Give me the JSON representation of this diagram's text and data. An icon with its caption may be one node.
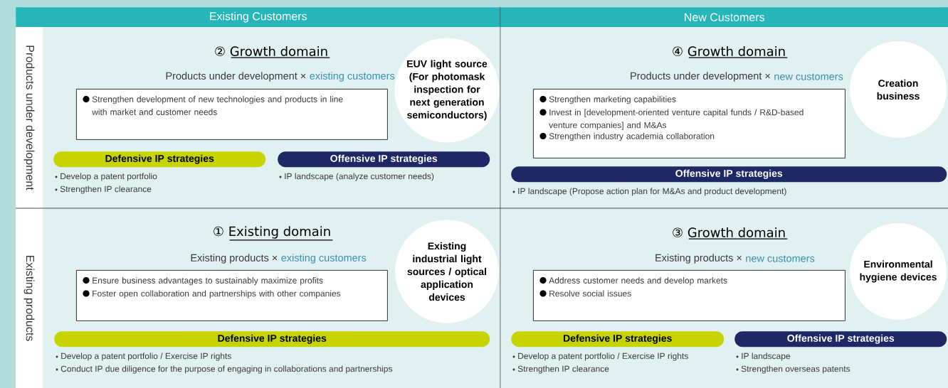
{
  "diagram": {
    "nodes": [
      {
        "text": [
          "Existing Customers"
        ]
      },
      {
        "text": [
          "New Customers"
        ]
      },
      {
        "text": [
          "Products under development"
        ]
      },
      {
        "text": [
          "Existing products"
        ]
      },
      {
        "text": [
          "② Growth domain",
          "Products under development ×",
          "existing customers"
        ]
      },
      {
        "text": [
          "Strengthen development of new technologies and products in line with market and customer needs"
        ],
        "in": 4
      },
      {
        "text": [
          "EUV light source (For photomask inspection for next generation semiconductors)"
        ],
        "in": 4
      },
      {
        "text": [
          "Defensive IP strategies"
        ],
        "in": 4,
        "beside": [
          "Develop a patent portfolio",
          "Strengthen IP clearance"
        ]
      },
      {
        "text": [
          "Offensive IP strategies"
        ],
        "in": 4,
        "beside": [
          "IP landscape (analyze customer needs)"
        ]
      },
      {
        "text": [
          "④ Growth domain",
          "Products under development ×",
          "new customers"
        ]
      },
      {
        "text": [
          "Strengthen marketing capabilities",
          "Invest in [development-oriented venture capital funds / R&D-based venture companies] and M&As",
          "Strengthen industry academia collaboration"
        ],
        "in": 9
      },
      {
        "text": [
          "Creation business"
        ],
        "in": 9
      },
      {
        "text": [
          "Offensive IP strategies"
        ],
        "in": 9,
        "beside": [
          "IP landscape (Propose action plan for M&As and product development)"
        ]
      },
      {
        "text": [
          "① Existing domain",
          "Existing products ×",
          "existing customers"
        ]
      },
      {
        "text": [
          "Ensure business advantages to sustainably maximize profits",
          "Foster open collaboration and partnerships with other companies"
        ],
        "in": 13
      },
      {
        "text": [
          "Existing industrial light sources / optical application devices"
        ],
        "in": 13
      },
      {
        "text": [
          "Defensive IP strategies"
        ],
        "in": 13,
        "beside": [
          "Develop a patent portfolio / Exercise IP rights",
          "Conduct IP due diligence for the purpose of engaging in collaborations and partnerships"
        ]
      },
      {
        "text": [
          "③ Growth domain",
          "Existing products ×",
          "new customers"
        ]
      },
      {
        "text": [
          "Address customer needs and develop markets",
          "Resolve social issues"
        ],
        "in": 17
      },
      {
        "text": [
          "Environmental hygiene devices"
        ],
        "in": 17
      },
      {
        "text": [
          "Defensive IP strategies"
        ],
        "in": 17,
        "beside": [
          "Develop a patent portfolio / Exercise IP rights",
          "Strengthen IP clearance"
        ]
      },
      {
        "text": [
          "Offensive IP strategies"
        ],
        "in": 17,
        "beside": [
          "IP landscape",
          "Strengthen overseas patents"
        ]
      }
    ]
  }
}
